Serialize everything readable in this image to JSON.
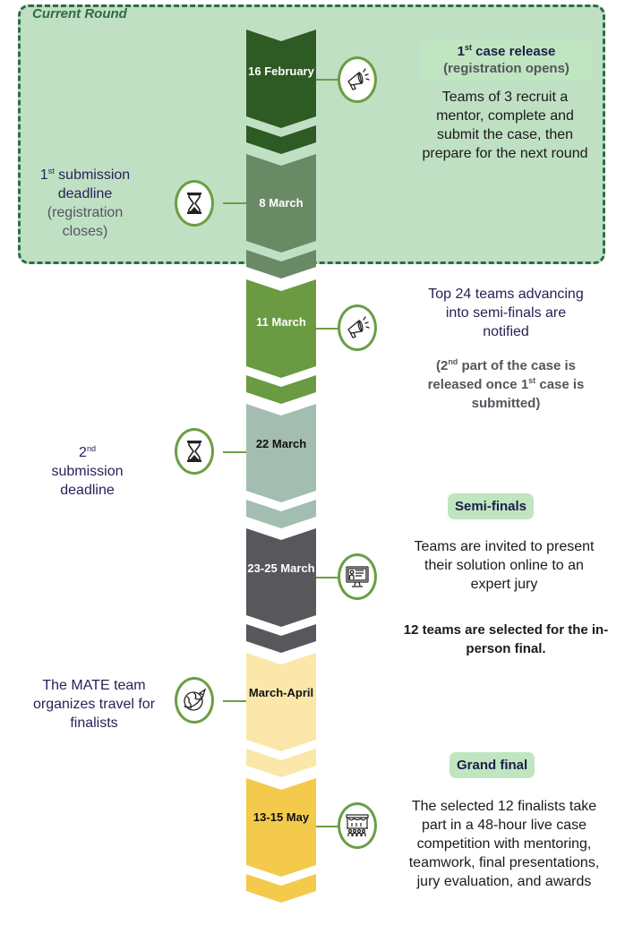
{
  "round_box": {
    "label": "Current Round"
  },
  "colors": {
    "box_fill": "#c0e0c4",
    "box_border": "#2f6b45",
    "connector": "#6a9e44",
    "badge_fill": "#bfe6c0",
    "navy_text": "#2a2058"
  },
  "segments": [
    {
      "date": "16 February",
      "color": "#2e5a24",
      "text_color": "#ffffff"
    },
    {
      "date": "8 March",
      "color": "#6a8a66",
      "text_color": "#ffffff"
    },
    {
      "date": "11 March",
      "color": "#6a9b42",
      "text_color": "#ffffff"
    },
    {
      "date": "22 March",
      "color": "#a3bdb1",
      "text_color": "#111111"
    },
    {
      "date": "23-25 March",
      "color": "#57575c",
      "text_color": "#ffffff"
    },
    {
      "date": "March-April",
      "color": "#fae7a9",
      "text_color": "#111111"
    },
    {
      "date": "13-15 May",
      "color": "#f3ca4b",
      "text_color": "#111111"
    }
  ],
  "events": {
    "case_release": {
      "icon": "megaphone-icon",
      "title_sup": "st",
      "title_num": "1",
      "title_rest": " case release",
      "title_sub": "(registration opens)",
      "body": "Teams of 3 recruit a mentor, complete and submit the case, then prepare for the next round"
    },
    "first_deadline": {
      "icon": "hourglass-icon",
      "num": "1",
      "sup": "st",
      "line1": " submission",
      "line2": "deadline",
      "note": "(registration closes)"
    },
    "notification": {
      "icon": "megaphone-icon",
      "body": "Top 24 teams advancing into semi-finals are notified",
      "note_pre": "(2",
      "note_sup1": "nd",
      "note_mid": " part of the case is released once 1",
      "note_sup2": "st",
      "note_post": " case is submitted)"
    },
    "second_deadline": {
      "icon": "hourglass-icon",
      "num": "2",
      "sup": "nd",
      "line1": "submission",
      "line2": "deadline"
    },
    "semi_finals": {
      "icon": "presentation-monitor-icon",
      "badge": "Semi-finals",
      "body": "Teams are invited to present their solution online to an expert jury",
      "note": "12 teams are selected for the in-person final."
    },
    "travel": {
      "icon": "globe-plane-icon",
      "body": "The MATE team organizes travel for finalists"
    },
    "grand_final": {
      "icon": "stage-audience-icon",
      "badge": "Grand final",
      "body": "The selected 12 finalists take part in a 48-hour live case competition with mentoring, teamwork, final presentations, jury evaluation, and awards"
    }
  }
}
